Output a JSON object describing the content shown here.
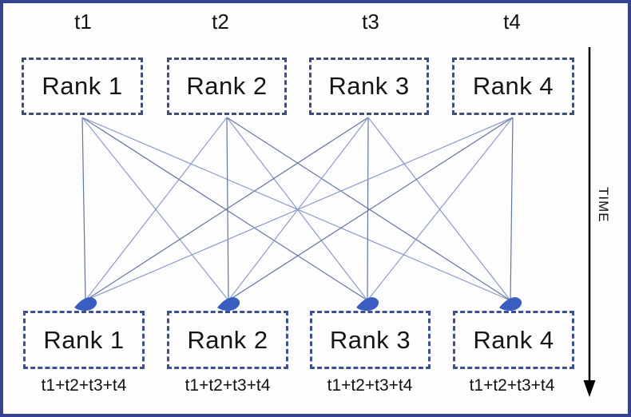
{
  "diagram": {
    "time_steps": [
      "t1",
      "t2",
      "t3",
      "t4"
    ],
    "top_ranks": [
      "Rank 1",
      "Rank 2",
      "Rank 3",
      "Rank 4"
    ],
    "bottom_ranks": [
      "Rank 1",
      "Rank 2",
      "Rank 3",
      "Rank 4"
    ],
    "bottom_sums": [
      "t1+t2+t3+t4",
      "t1+t2+t3+t4",
      "t1+t2+t3+t4",
      "t1+t2+t3+t4"
    ],
    "time_axis_label": "TIME",
    "colors": {
      "frame_border": "#35448c",
      "background": "#fdfdfe",
      "top_box_border": "#414e73",
      "bottom_box_border": "#3d5090",
      "edge_line": "#64759f",
      "edge_line_alt": "#8a9cc7",
      "arrow_blob": "#3a5ec0",
      "time_axis": "#000000"
    }
  }
}
